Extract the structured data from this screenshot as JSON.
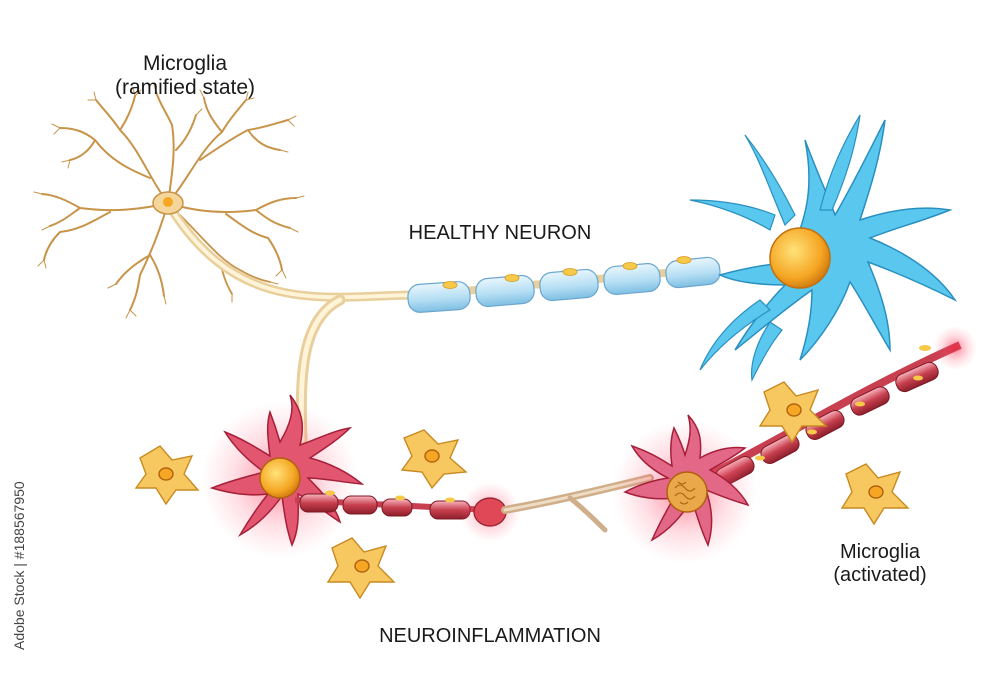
{
  "labels": {
    "microglia_ramified_line1": "Microglia",
    "microglia_ramified_line2": "(ramified state)",
    "healthy_neuron": "HEALTHY NEURON",
    "microglia_activated_line1": "Microglia",
    "microglia_activated_line2": "(activated)",
    "neuroinflammation": "NEUROINFLAMMATION"
  },
  "watermark": {
    "brand": "Adobe Stock",
    "id": "#188567950"
  },
  "colors": {
    "ramified_microglia": "#d9a860",
    "healthy_neuron_body": "#5ac8ee",
    "nucleus": "#f5a623",
    "myelin": "#bde4f6",
    "inflamed_neuron": "#e0506e",
    "inflamed_axon": "#b23040",
    "activated_microglia": "#f8c860",
    "glow": "#ff3040"
  }
}
